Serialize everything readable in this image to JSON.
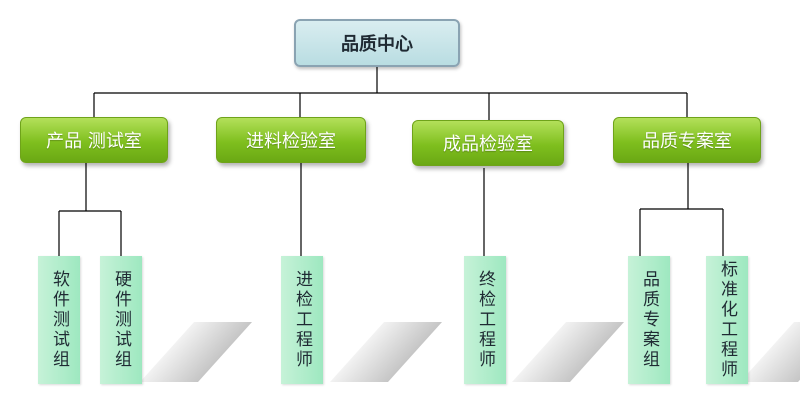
{
  "org_chart": {
    "root": {
      "label": "品质中心"
    },
    "departments": [
      {
        "label": "产品 测试室"
      },
      {
        "label": "进料检验室"
      },
      {
        "label": "成品检验室"
      },
      {
        "label": "品质专案室"
      }
    ],
    "teams": [
      {
        "label": "软件测试组",
        "department": "产品 测试室"
      },
      {
        "label": "硬件测试组",
        "department": "产品 测试室"
      },
      {
        "label": "进检工程师",
        "department": "进料检验室"
      },
      {
        "label": "终检工程师",
        "department": "成品检验室"
      },
      {
        "label": "品质专案组",
        "department": "品质专案室"
      },
      {
        "label": "标准化工程师",
        "department": "品质专案室"
      }
    ]
  },
  "colors": {
    "root_fill": "#c6e4e8",
    "department_fill": "#8cc63f",
    "team_fill": "#b4efcf",
    "connector": "#000000"
  }
}
